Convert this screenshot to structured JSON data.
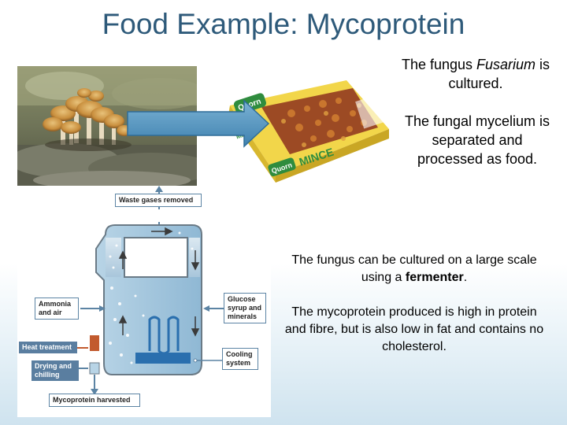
{
  "title": "Food Example: Mycoprotein",
  "text1": {
    "before": "The fungus ",
    "italic": "Fusarium",
    "after": " is cultured."
  },
  "text2": "The fungal mycelium is separated and processed as food.",
  "text3": {
    "before": "The fungus can be cultured on a large scale using a ",
    "bold": "fermenter",
    "after": "."
  },
  "text4": "The mycoprotein produced is high in protein and fibre, but is also low in fat and contains no cholesterol.",
  "package": {
    "brand": "Quorn",
    "product": "MINCE",
    "side_text": "MINCE"
  },
  "diagram": {
    "waste_gases": "Waste gases removed",
    "ammonia": "Ammonia and air",
    "heat": "Heat treatment",
    "drying": "Drying and chilling",
    "harvested": "Mycoprotein harvested",
    "glucose": "Glucose syrup and minerals",
    "cooling": "Cooling system"
  },
  "colors": {
    "title": "#2e5a7a",
    "arrow": "#4f8fb8",
    "diagram_label": "#5a7ea0"
  },
  "icons": [
    "right-arrow-icon",
    "mushroom-photo",
    "food-package-photo",
    "fermenter-diagram"
  ]
}
